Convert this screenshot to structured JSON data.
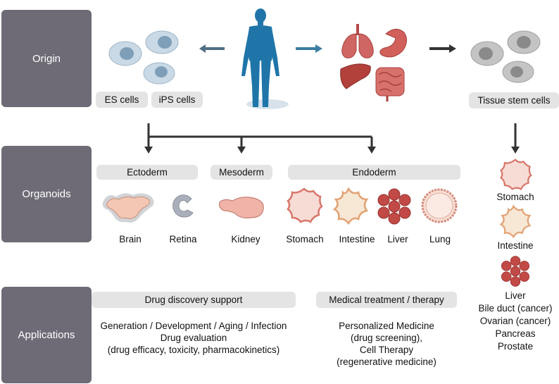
{
  "rows": {
    "origin": "Origin",
    "organoids": "Organoids",
    "applications": "Applications"
  },
  "origin": {
    "es_cells": "ES cells",
    "ips_cells": "iPS cells",
    "tissue_stem_cells": "Tissue stem cells"
  },
  "germ_layers": {
    "ectoderm": "Ectoderm",
    "mesoderm": "Mesoderm",
    "endoderm": "Endoderm"
  },
  "organoid_labels": {
    "brain": "Brain",
    "retina": "Retina",
    "kidney": "Kidney",
    "stomach": "Stomach",
    "intestine": "Intestine",
    "liver": "Liver",
    "lung": "Lung"
  },
  "tissue_column": {
    "stomach": "Stomach",
    "intestine": "Intestine",
    "list": [
      "Liver",
      "Bile duct (cancer)",
      "Ovarian (cancer)",
      "Pancreas",
      "Prostate"
    ]
  },
  "applications": {
    "drug_discovery": {
      "title": "Drug discovery support",
      "lines": [
        "Generation / Development / Aging / Infection",
        "Drug evaluation",
        "(drug efficacy, toxicity, pharmacokinetics)"
      ]
    },
    "medical": {
      "title": "Medical treatment / therapy",
      "lines": [
        "Personalized Medicine",
        "(drug screening),",
        "Cell Therapy",
        "(regenerative medicine)"
      ]
    }
  },
  "colors": {
    "sidebar": "#6e6b76",
    "pill": "#e4e4e4",
    "human": "#1f75a8",
    "arrow_blue": "#3a6f8f",
    "cell_blue": "#b8cfe0",
    "cell_gray": "#bdbdbd",
    "organ_red": "#c4504c"
  }
}
